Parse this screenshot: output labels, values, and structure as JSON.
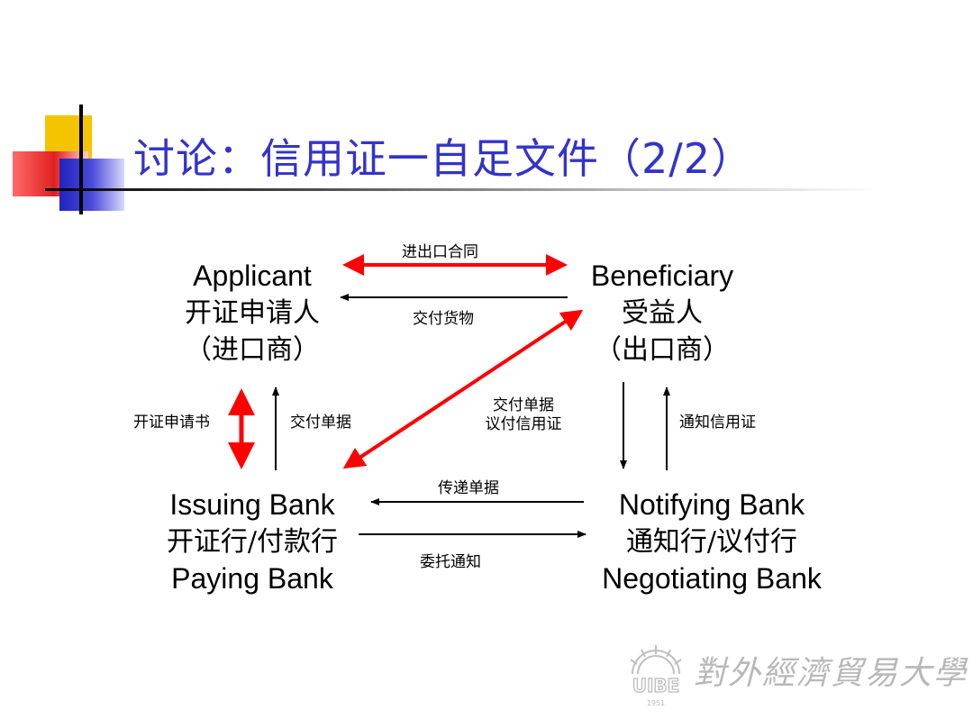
{
  "title": "讨论：信用证一自足文件（2/2）",
  "nodes": {
    "applicant": {
      "en": "Applicant",
      "cn1": "开证申请人",
      "cn2": "（进口商）"
    },
    "beneficiary": {
      "en": "Beneficiary",
      "cn1": "受益人",
      "cn2": "（出口商）"
    },
    "issuing": {
      "en1": "Issuing Bank",
      "cn": "开证行/付款行",
      "en2": "Paying Bank"
    },
    "notifying": {
      "en1": "Notifying Bank",
      "cn": "通知行/议付行",
      "en2": "Negotiating Bank"
    }
  },
  "labels": {
    "contract": "进出口合同",
    "deliver_goods": "交付货物",
    "application": "开证申请书",
    "deliver_docs_left": "交付单据",
    "diag_line1": "交付单据",
    "diag_line2": "议付信用证",
    "advise_lc": "通知信用证",
    "transmit_docs": "传递单据",
    "entrust_advise": "委托通知"
  },
  "colors": {
    "title": "#3333cc",
    "highlight_arrow": "#ff0000",
    "arrow": "#000000"
  },
  "logo": {
    "emblem_text": "UIBE",
    "emblem_year": "1951",
    "university_name": "對外經濟貿易大學"
  }
}
